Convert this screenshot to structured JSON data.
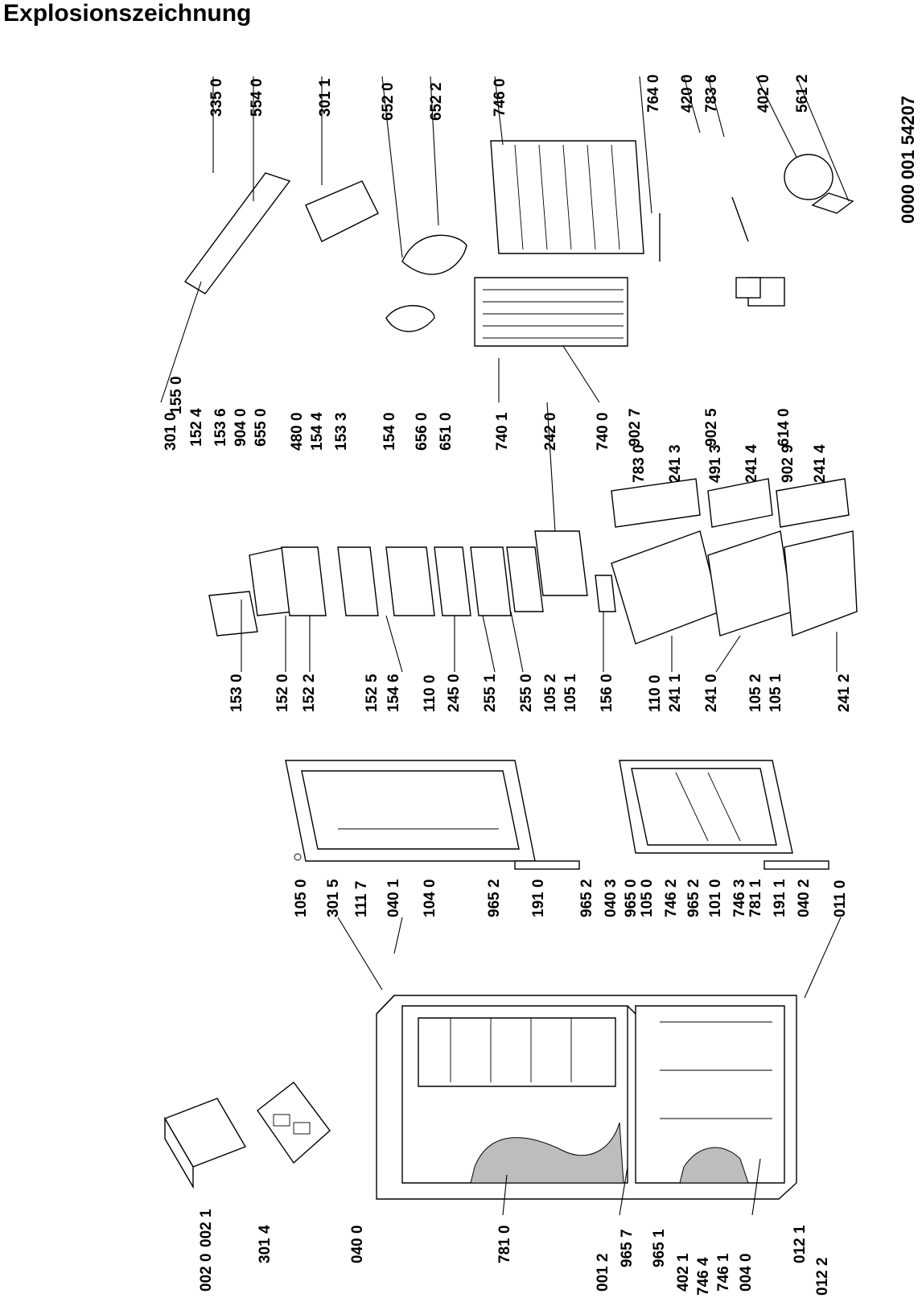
{
  "title": "Explosionszeichnung",
  "document_number": "0000 001 54207",
  "part_labels": [
    "002 0",
    "002 1",
    "301 4",
    "040 0",
    "781 0",
    "001 2",
    "965 7",
    "965 1",
    "402 1",
    "746 4",
    "746 1",
    "004 0",
    "012 1",
    "012 2",
    "105 0",
    "301 5",
    "111 7",
    "040 1",
    "104 0",
    "965 2",
    "191 0",
    "965 2",
    "040 3",
    "965 0",
    "105 0",
    "746 2",
    "965 2",
    "101 0",
    "746 3",
    "781 1",
    "191 1",
    "040 2",
    "011 0",
    "153 0",
    "152 0",
    "152 2",
    "152 5",
    "154 6",
    "110 0",
    "245 0",
    "255 1",
    "255 0",
    "105 2",
    "105 1",
    "156 0",
    "110 0",
    "241 1",
    "241 0",
    "105 2",
    "105 1",
    "241 2",
    "301 0",
    "155 0",
    "152 4",
    "153 6",
    "904 0",
    "655 0",
    "480 0",
    "154 4",
    "153 3",
    "154 0",
    "656 0",
    "651 0",
    "740 1",
    "242 0",
    "740 0",
    "902 7",
    "783 0",
    "241 3",
    "902 5",
    "491 3",
    "241 4",
    "614 0",
    "902 9",
    "241 4",
    "335 0",
    "554 0",
    "301 1",
    "652 0",
    "652 2",
    "746 0",
    "764 0",
    "420 0",
    "783 6",
    "402 0",
    "561 2"
  ]
}
